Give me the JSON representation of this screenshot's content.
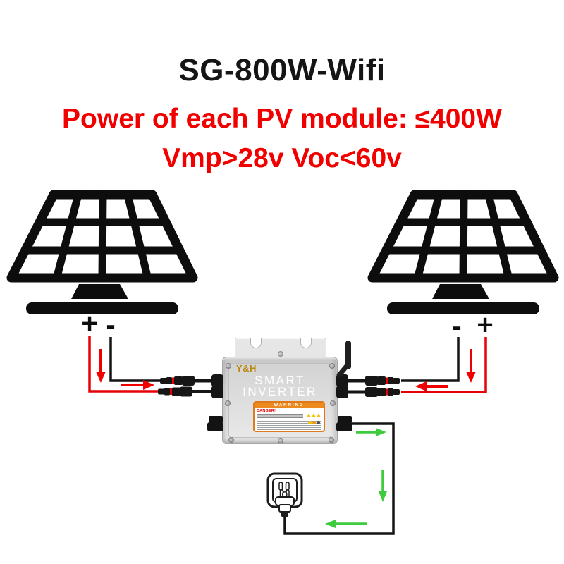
{
  "title": "SG-800W-Wifi",
  "specs": {
    "power": "Power of each PV module: ≤400W",
    "voltage": "Vmp>28v Voc<60v"
  },
  "left_panel": {
    "plus": "+",
    "minus": "-"
  },
  "right_panel": {
    "minus": "-",
    "plus": "+"
  },
  "inverter": {
    "brand": "Y&H",
    "name_line1": "SMART",
    "name_line2": "INVERTER",
    "warning": {
      "header": "WARNING",
      "danger": "DANGER!"
    }
  },
  "icons": {
    "solar_panel": "pv-module-glyph",
    "outlet": "ac-wall-plug-glyph",
    "antenna": "wifi-antenna-glyph",
    "connector": "mc4-connector-glyph"
  },
  "colors": {
    "text_black": "#151515",
    "accent_red": "#f20000",
    "wire_red": "#e60008",
    "flow_green": "#3ecb3e",
    "brand_gold": "#b8860b",
    "warning_orange": "#ed8a1f",
    "device_gray": "#d6d6d6"
  }
}
